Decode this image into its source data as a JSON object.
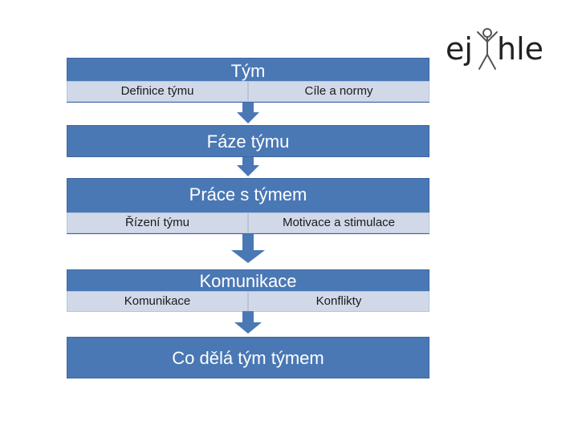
{
  "logo": {
    "text_left": "ej",
    "text_right": "hle",
    "figure_icon": "stick-figure-icon"
  },
  "colors": {
    "bar": "#4a78b5",
    "sub": "#d1d9e9",
    "arrow": "#4a78b5"
  },
  "steps": [
    {
      "title": "Tým",
      "subs": [
        "Definice týmu",
        "Cíle a normy"
      ]
    },
    {
      "title": "Fáze týmu",
      "subs": []
    },
    {
      "title": "Práce s týmem",
      "subs": [
        "Řízení týmu",
        "Motivace a stimulace"
      ]
    },
    {
      "title": "Komunikace",
      "subs": [
        "Komunikace",
        "Konflikty"
      ]
    },
    {
      "title": "Co dělá tým týmem",
      "subs": []
    }
  ]
}
